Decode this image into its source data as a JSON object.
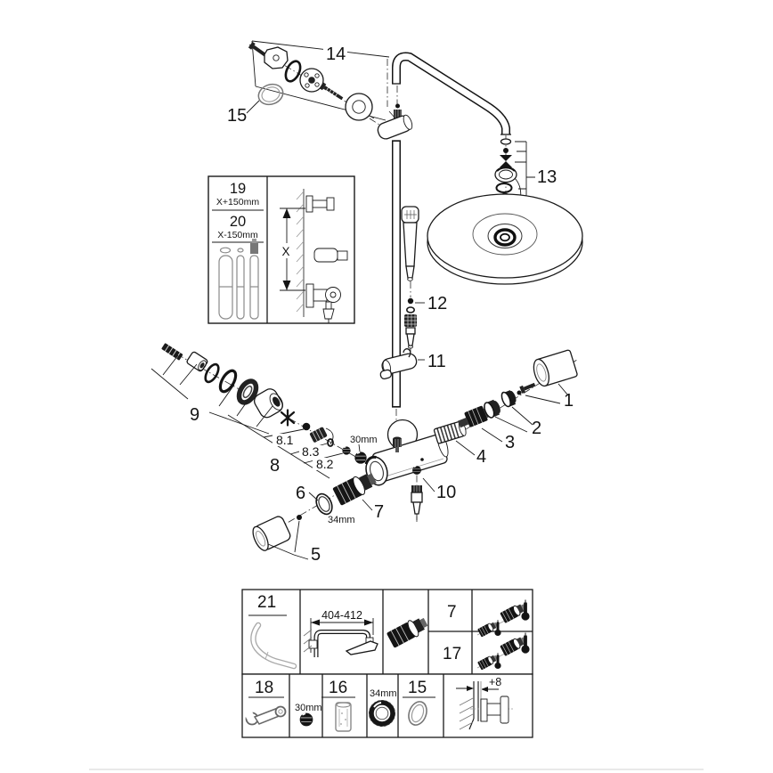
{
  "figure": {
    "callouts": {
      "n1": "1",
      "n2": "2",
      "n3": "3",
      "n4": "4",
      "n5": "5",
      "n6": "6",
      "n7": "7",
      "n8": "8",
      "n8_1": "8.1",
      "n8_2": "8.2",
      "n8_3": "8.3",
      "n9": "9",
      "n10": "10",
      "n11": "11",
      "n12": "12",
      "n13": "13",
      "n14": "14",
      "n15": "15"
    },
    "annotations": {
      "nut_size": "30mm",
      "ring_size": "34mm"
    },
    "inset": {
      "item19_no": "19",
      "item19_len": "X+150mm",
      "item20_no": "20",
      "item20_len": "X-150mm",
      "x_dim": "X"
    }
  },
  "parts_table": {
    "row1": {
      "n21": "21",
      "arm_length": "404-412",
      "n7": "7",
      "n17": "17"
    },
    "row2": {
      "n18": "18",
      "nut_size": "30mm",
      "n16": "16",
      "ring_size": "34mm",
      "n15": "15",
      "tile_offset": "+8"
    }
  }
}
